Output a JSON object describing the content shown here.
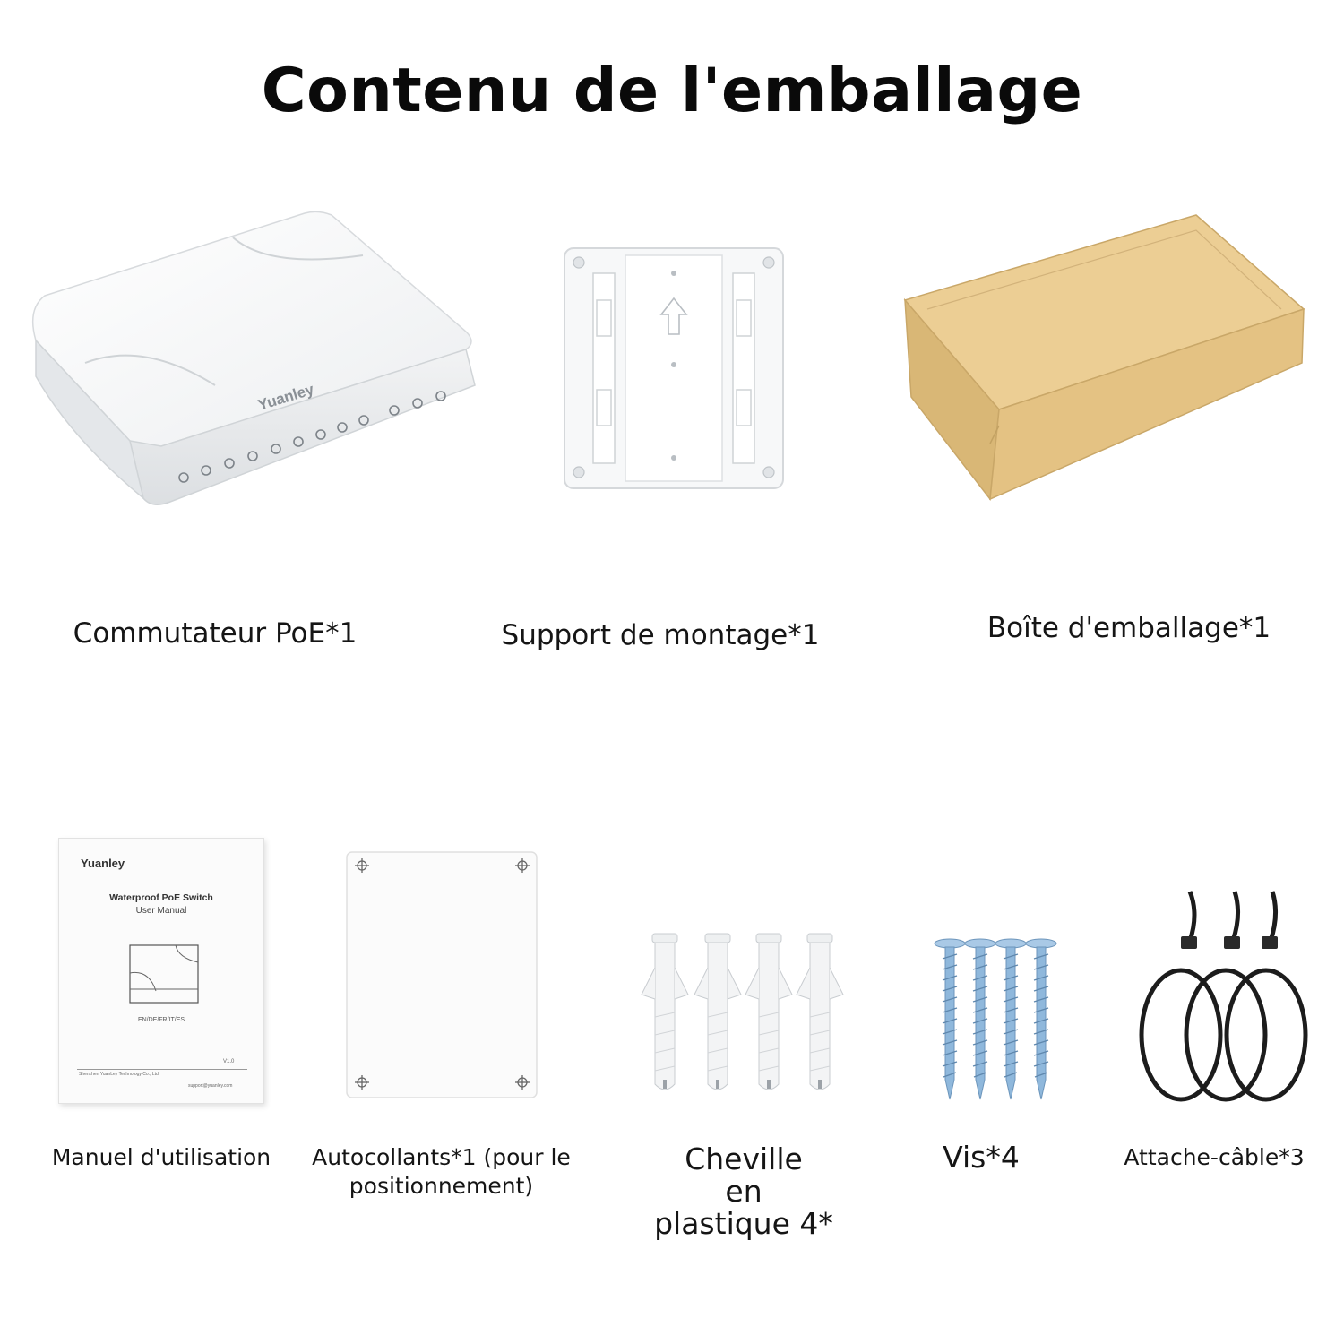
{
  "page": {
    "title": "Contenu de l'emballage"
  },
  "items": [
    {
      "id": "switch",
      "caption": "Commutateur PoE*1",
      "brand": "Yuanley"
    },
    {
      "id": "bracket",
      "caption": "Support de montage*1"
    },
    {
      "id": "box",
      "caption": "Boîte d'emballage*1"
    },
    {
      "id": "manual",
      "caption": "Manuel d'utilisation",
      "booklet": {
        "brand": "Yuanley",
        "product": "Waterproof PoE Switch",
        "subtitle": "User Manual",
        "languages": "EN/DE/FR/IT/ES",
        "version": "V1.0",
        "company": "Shenzhen YuanLey Technology Co., Ltd",
        "support": "support@yuanley.com"
      }
    },
    {
      "id": "stickers",
      "caption": "Autocollants*1 (pour le\npositionnement)"
    },
    {
      "id": "anchors",
      "caption": "Cheville\nen\nplastique 4*"
    },
    {
      "id": "screws",
      "caption": "Vis*4"
    },
    {
      "id": "ties",
      "caption": "Attache-câble*3"
    }
  ],
  "colors": {
    "switch_body": "#f4f5f6",
    "box_kraft": "#e8c98f",
    "screw_blue": "#8fb8dc",
    "tie_black": "#1c1c1c"
  }
}
